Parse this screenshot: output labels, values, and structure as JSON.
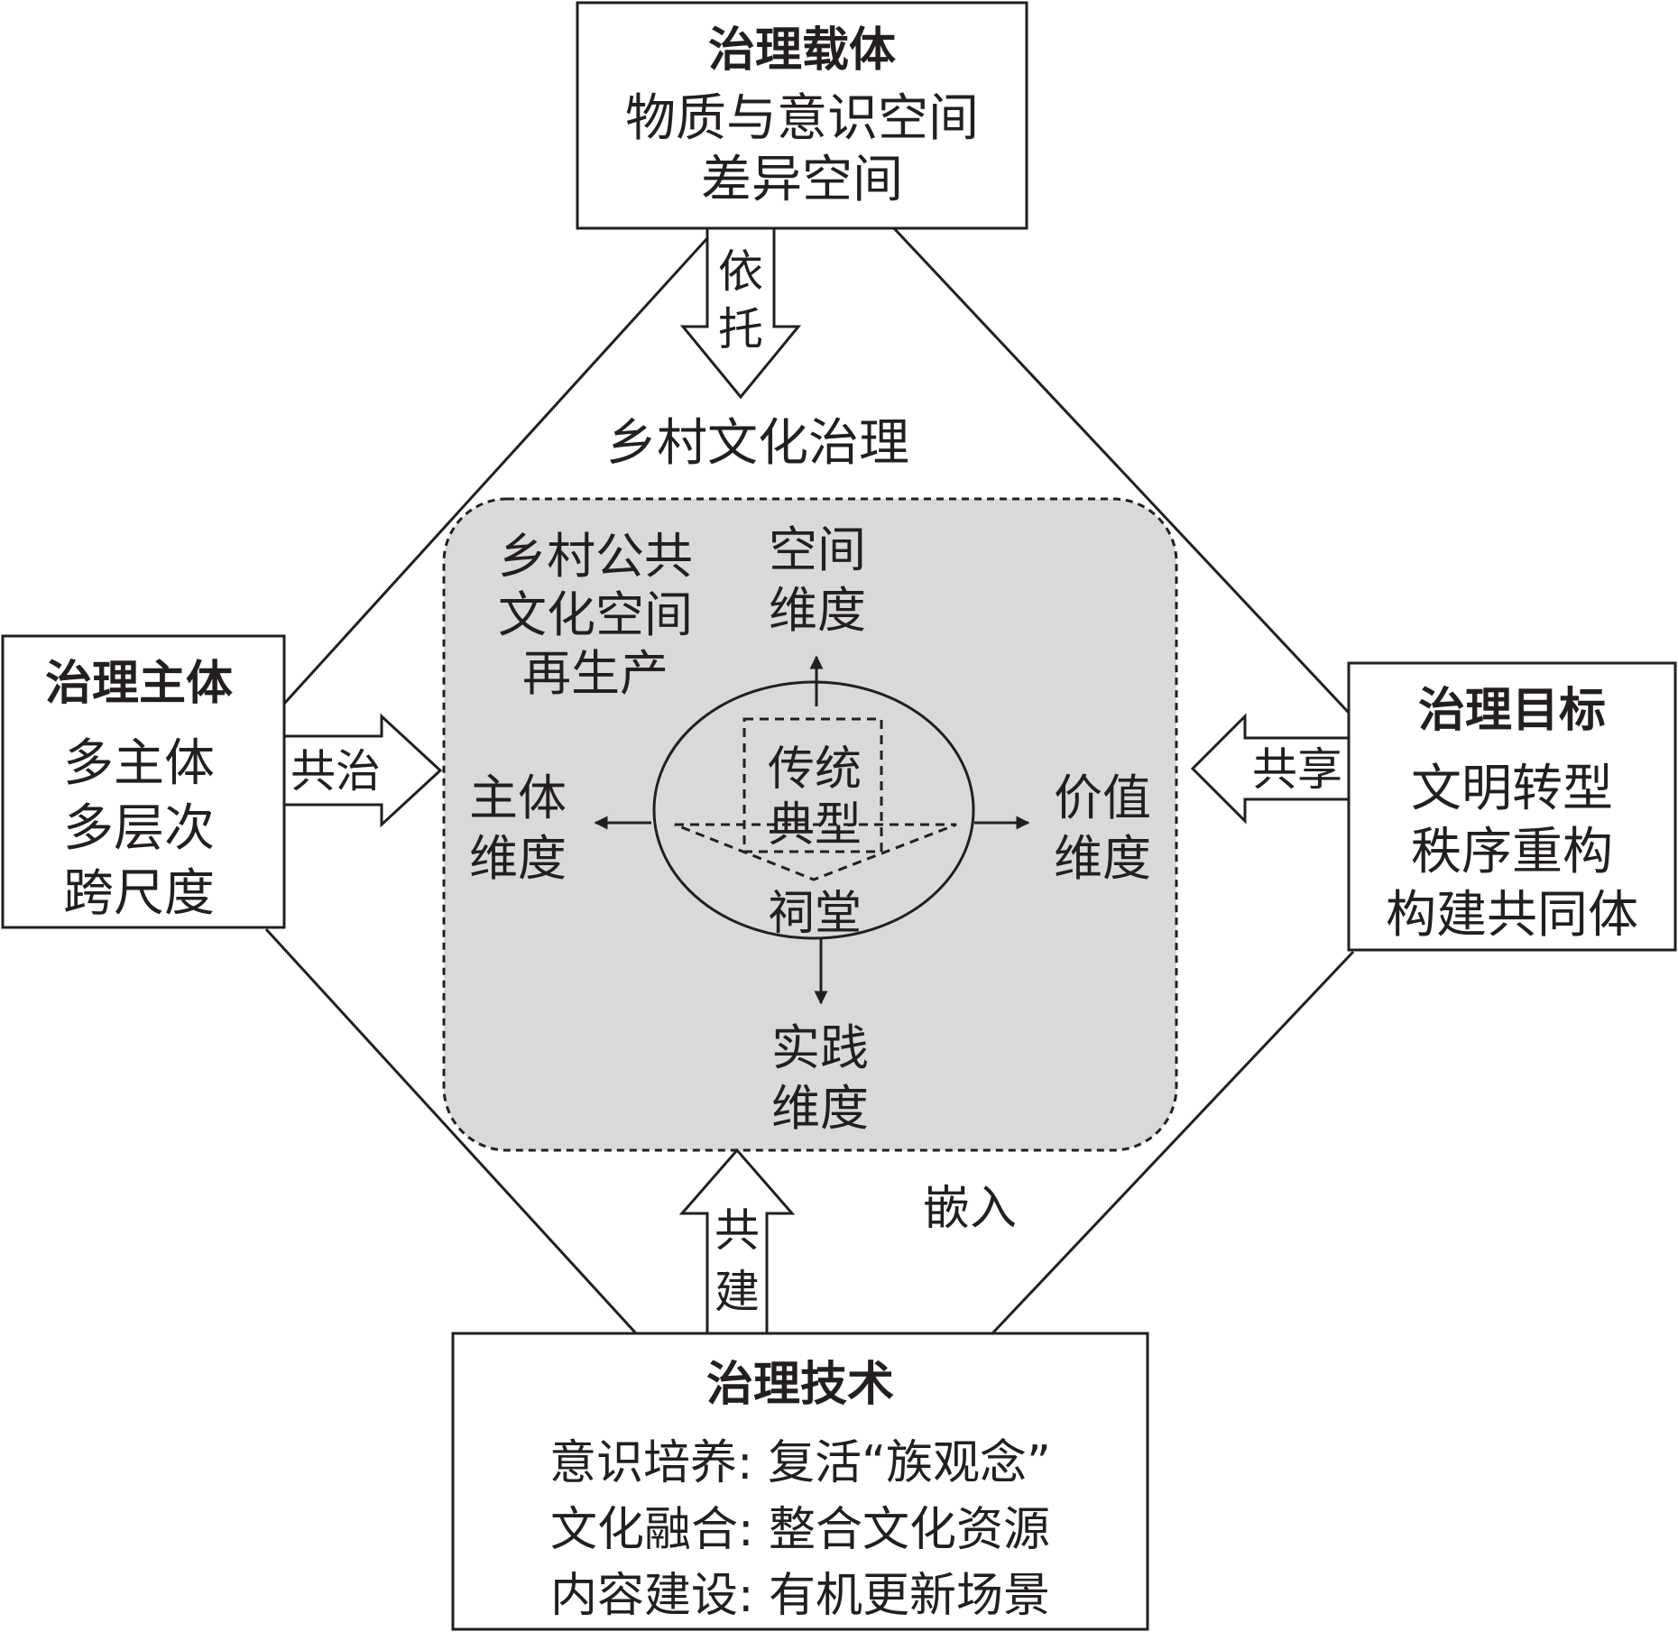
{
  "top_box": {
    "title": "治理载体",
    "lines": [
      "物质与意识空间",
      "差异空间"
    ]
  },
  "left_box": {
    "title": "治理主体",
    "lines": [
      "多主体",
      "多层次",
      "跨尺度"
    ]
  },
  "right_box": {
    "title": "治理目标",
    "lines": [
      "文明转型",
      "秩序重构",
      "构建共同体"
    ]
  },
  "bottom_box": {
    "title": "治理技术",
    "lines": [
      "意识培养: 复活“族观念”",
      "文化融合: 整合文化资源",
      "内容建设: 有机更新场景"
    ]
  },
  "arrows": {
    "top": [
      "依",
      "托"
    ],
    "left": "共治",
    "right": "共享",
    "bottom": [
      "共",
      "建"
    ]
  },
  "center_title": "乡村文化治理",
  "embed_label": "嵌入",
  "inner": {
    "reproduction": [
      "乡村公共",
      "文化空间",
      "再生产"
    ],
    "space_dim": [
      "空间",
      "维度"
    ],
    "subject_dim": [
      "主体",
      "维度"
    ],
    "value_dim": [
      "价值",
      "维度"
    ],
    "practice_dim": [
      "实践",
      "维度"
    ],
    "core_top": [
      "传统",
      "典型"
    ],
    "core_bottom": "祠堂"
  },
  "colors": {
    "line": "#231f20",
    "panel": "#d9d9d9",
    "box_fill": "#ffffff"
  }
}
